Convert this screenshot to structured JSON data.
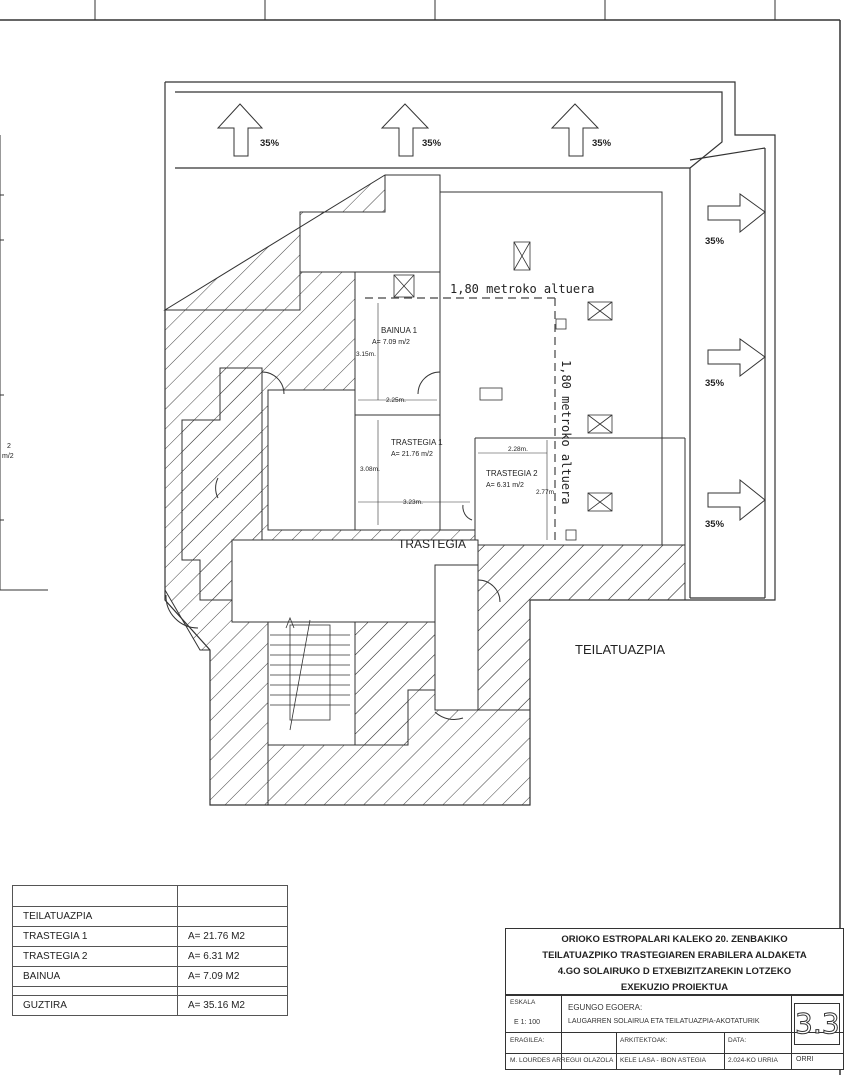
{
  "plan": {
    "slope_labels": [
      "35%",
      "35%",
      "35%",
      "35%",
      "35%",
      "35%"
    ],
    "height_labels": [
      "1,80 metroko altuera",
      "1,80 metroko altuera"
    ],
    "rooms": {
      "bainua_name": "BAINUA 1",
      "bainua_area": "A= 7.09 m/2",
      "trastegia1_name": "TRASTEGIA 1",
      "trastegia1_area": "A= 21.76 m/2",
      "trastegia2_name": "TRASTEGIA 2",
      "trastegia2_area": "A= 6.31 m/2"
    },
    "dimensions": [
      "3.15m.",
      "2.25m.",
      "3.08m.",
      "3.23m.",
      "2.28m.",
      "2.77m."
    ],
    "labels": {
      "trastegia": "TRASTEGIA",
      "teilatuazpia": "TEILATUAZPIA"
    },
    "left_edge_text": [
      "2",
      "m/2"
    ]
  },
  "area_table": {
    "rows": [
      {
        "name": "TEILATUAZPIA",
        "value": ""
      },
      {
        "name": "TRASTEGIA  1",
        "value": "A=  21.76  M2"
      },
      {
        "name": "TRASTEGIA  2",
        "value": "A=  6.31  M2"
      },
      {
        "name": "BAINUA",
        "value": "A=  7.09  M2"
      }
    ],
    "total": {
      "name": "GUZTIRA",
      "value": "A=  35.16  M2"
    }
  },
  "title_block": {
    "title_lines": [
      "ORIOKO ESTROPALARI KALEKO 20. ZENBAKIKO",
      "TEILATUAZPIKO TRASTEGIAREN ERABILERA ALDAKETA",
      "4.GO SOLAIRUKO D ETXEBIZITZAREKIN LOTZEKO",
      "EXEKUZIO PROIEKTUA"
    ],
    "scale_label": "ESKALA",
    "scale_value": "E 1: 100",
    "status_label": "EGUNGO EGOERA:",
    "status_value": "LAUGARREN SOLAIRUA ETA TEILATUAZPIA-AKOTATURIK",
    "sheet_number": "3.3",
    "promoter_label": "ERAGILEA:",
    "promoter_value": "M. LOURDES ARREGUI OLAZOLA",
    "architects_label": "ARKITEKTOAK:",
    "architects_value": "KELE LASA - IBON ASTEGIA",
    "date_label": "DATA:",
    "date_value": "2.024-KO URRIA",
    "orri_label": "ORRI"
  }
}
